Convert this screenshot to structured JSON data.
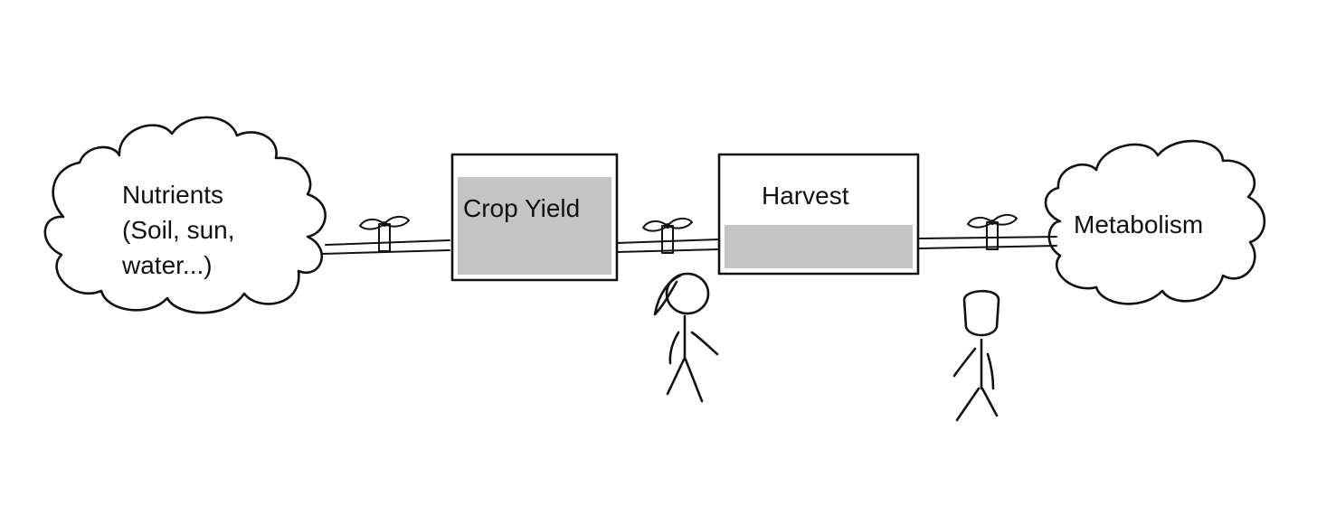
{
  "diagram": {
    "source_cloud": {
      "lines": [
        "Nutrients",
        "(Soil, sun,",
        "water...)"
      ]
    },
    "stock_1": {
      "label": "Crop Yield",
      "fill_level": 0.85
    },
    "stock_2": {
      "label": "Harvest",
      "fill_level": 0.4
    },
    "sink_cloud": {
      "label": "Metabolism"
    },
    "flows": [
      {
        "from": "source_cloud",
        "to": "stock_1",
        "icon": "valve-icon"
      },
      {
        "from": "stock_1",
        "to": "stock_2",
        "icon": "valve-icon"
      },
      {
        "from": "stock_2",
        "to": "sink_cloud",
        "icon": "valve-icon"
      }
    ],
    "people": [
      {
        "icon": "person-icon"
      },
      {
        "icon": "person-icon"
      }
    ],
    "colors": {
      "ink": "#111111",
      "stock_fill": "#c4c4c4",
      "background": "#ffffff"
    }
  }
}
